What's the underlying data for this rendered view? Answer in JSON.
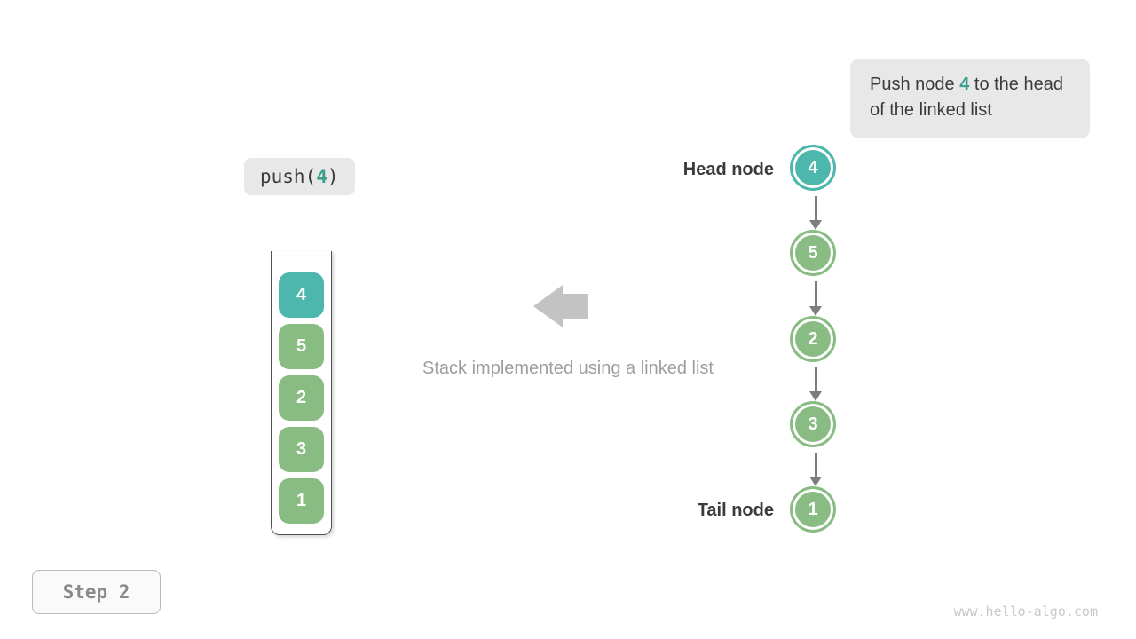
{
  "colors": {
    "teal": "#4db7ad",
    "teal-text": "#3b9e8f",
    "green": "#89bc83",
    "dark-text": "#3b3b3b",
    "muted-text": "#9e9e9e",
    "box-bg": "#e8e8e8",
    "big-arrow": "#c3c3c3",
    "link-arrow": "#7d7d7d",
    "container-line": "#525252",
    "step-border": "#b9b9b9",
    "step-bg": "#fafafa",
    "step-text": "#8a8a8a",
    "watermark": "#c9c9c9"
  },
  "callout": {
    "text_before": "Push node ",
    "highlight": "4",
    "text_after": " to the head of the linked list"
  },
  "code_label": {
    "prefix": "push(",
    "arg": "4",
    "suffix": ")"
  },
  "stack": {
    "items": [
      "4",
      "5",
      "2",
      "3",
      "1"
    ]
  },
  "caption": "Stack implemented using a linked list",
  "linked_list": {
    "head_label": "Head node",
    "tail_label": "Tail node",
    "nodes": [
      "4",
      "5",
      "2",
      "3",
      "1"
    ]
  },
  "step": {
    "label": "Step 2"
  },
  "watermark": "www.hello-algo.com"
}
